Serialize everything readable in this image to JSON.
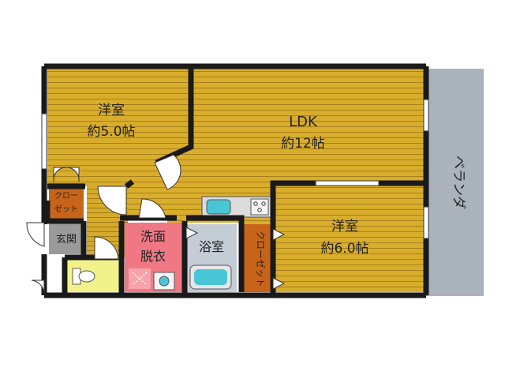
{
  "rooms": {
    "western_room_1": {
      "name": "洋室",
      "size": "約5.0帖"
    },
    "ldk": {
      "name": "LDK",
      "size": "約12帖"
    },
    "western_room_2": {
      "name": "洋室",
      "size": "約6.0帖"
    },
    "closet_1": {
      "line1": "クロー",
      "line2": "ゼット"
    },
    "entrance": {
      "name": "玄関"
    },
    "washroom": {
      "line1": "洗面",
      "line2": "脱衣"
    },
    "bathroom": {
      "name": "浴室"
    },
    "closet_2": {
      "name": "クローゼット"
    },
    "balcony": {
      "name": "ベランダ"
    }
  },
  "colors": {
    "floor_wood": "#d9ad2c",
    "wall": "#1a1a1a",
    "closet": "#c8641a",
    "entrance": "#9a9a9a",
    "washroom": "#f07884",
    "bathroom": "#c4ccd6",
    "toilet": "#f2f28a",
    "balcony": "#aab3bb",
    "fixture_blue": "#49c6d6"
  }
}
